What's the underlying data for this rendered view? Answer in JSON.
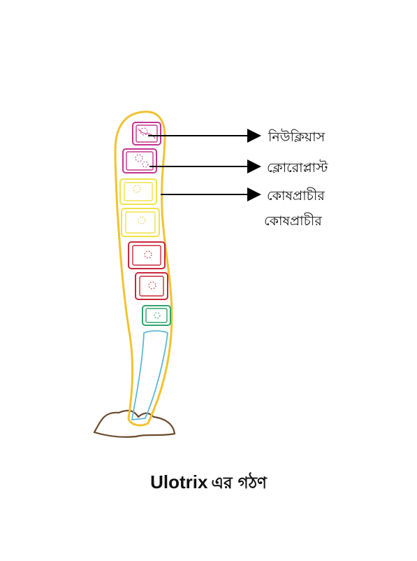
{
  "diagram": {
    "labels": {
      "nucleus": "নিউক্লিয়াস",
      "chloroplast": "ক্লোরোপ্লাস্ট",
      "cell_wall_1": "কোষপ্রাচীর",
      "cell_wall_2": "কোষপ্রাচীর"
    },
    "caption": {
      "genus": "Ulotrix",
      "suffix": "এর গঠণ"
    },
    "colors": {
      "filament_outline": "#f2c230",
      "cell_magenta": "#c2368f",
      "cell_yellow": "#f0e24a",
      "cell_red": "#c8283c",
      "cell_green": "#2fa46b",
      "holdfast_outline": "#5cb8d8",
      "substrate": "#6b4a2b",
      "arrow": "#000000"
    }
  }
}
